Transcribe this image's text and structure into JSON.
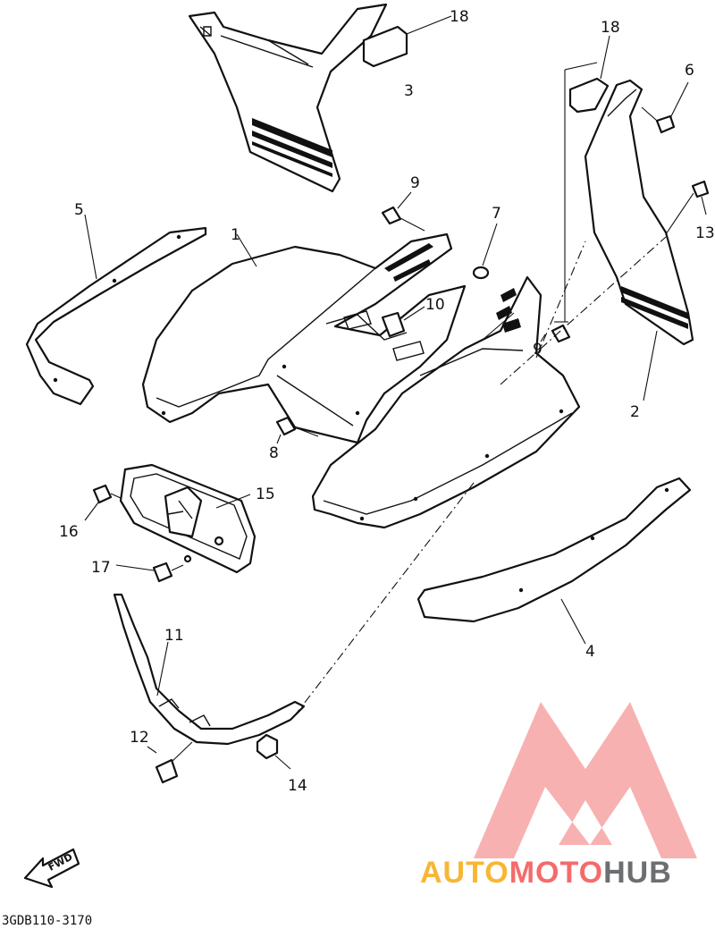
{
  "diagram": {
    "callouts": {
      "p1": "1",
      "p2": "2",
      "p3": "3",
      "p4": "4",
      "p5": "5",
      "p6": "6",
      "p7": "7",
      "p8": "8",
      "p9a": "9",
      "p9b": "9",
      "p10": "10",
      "p11": "11",
      "p12": "12",
      "p13": "13",
      "p14": "14",
      "p15": "15",
      "p16": "16",
      "p17": "17",
      "p18a": "18",
      "p18b": "18"
    },
    "fwd_label": "FWD",
    "drawing_code": "3GDB110-3170"
  },
  "watermark": {
    "part1": "AUTO",
    "part2": "MOTO",
    "part3": "HUB",
    "colors": {
      "auto": "#f7b733",
      "moto": "#f56b6b",
      "hub": "#6d6e71"
    }
  }
}
